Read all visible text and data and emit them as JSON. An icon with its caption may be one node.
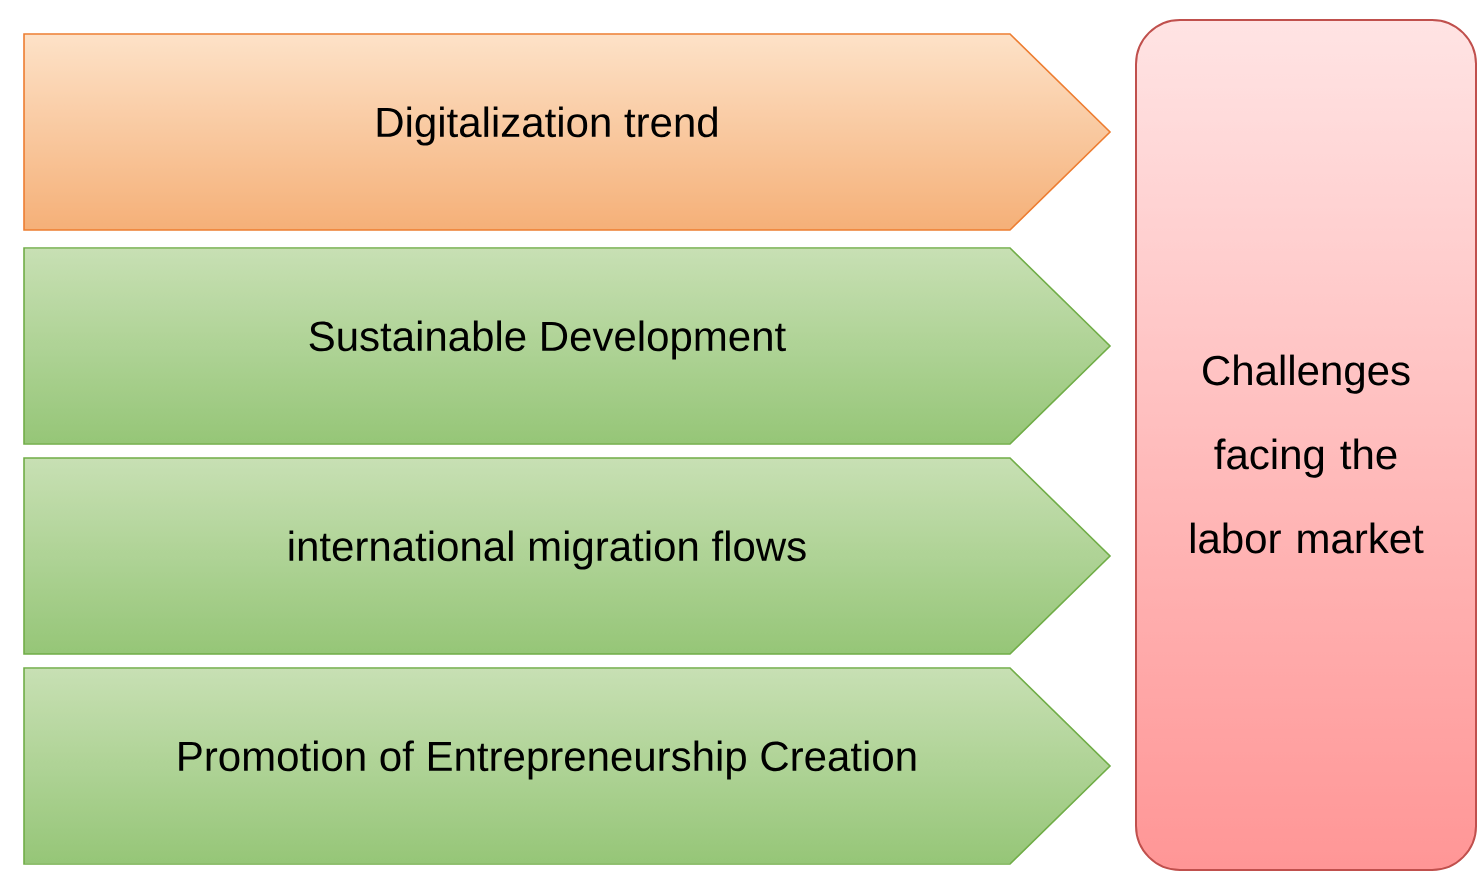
{
  "diagram": {
    "nodes": [
      {
        "text": [
          "Digitalization trend"
        ]
      },
      {
        "text": [
          "Sustainable Development"
        ]
      },
      {
        "text": [
          "international migration flows"
        ]
      },
      {
        "text": [
          "Promotion of Entrepreneurship Creation"
        ]
      },
      {
        "text": [
          "Challenges facing the labor market"
        ]
      }
    ]
  }
}
